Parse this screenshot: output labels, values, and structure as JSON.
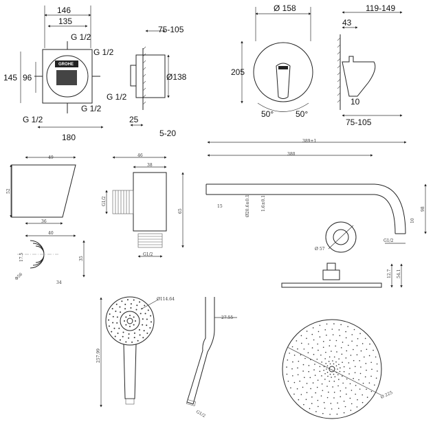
{
  "rough_in": {
    "w146": "146",
    "w135": "135",
    "g_top": "G 1/2",
    "g_right": "G 1/2",
    "h145": "145",
    "h96": "96",
    "g_bl": "G 1/2",
    "g_bm": "G 1/2",
    "w180": "180",
    "brand": "GROHE"
  },
  "side": {
    "d75_105": "75-105",
    "d138": "Ø138",
    "g": "G 1/2",
    "d25": "25",
    "d5_20": "5-20"
  },
  "trim": {
    "d158": "Ø 158",
    "d119_149": "119-149",
    "d43": "43",
    "h205": "205",
    "d10": "10",
    "a1": "50°",
    "a2": "50°",
    "d75_105": "75-105"
  },
  "holder": {
    "d49": "49",
    "d52": "52",
    "d36": "36",
    "d40": "40",
    "d17_5": "17.5",
    "d56": "Φ56",
    "d35": "35",
    "d34": "34"
  },
  "elbow": {
    "d46": "46",
    "d38": "38",
    "g_side": "G1/2",
    "d65": "65",
    "g_bottom": "G1/2"
  },
  "arm": {
    "d389": "389±1",
    "d380": "380",
    "d15": "15",
    "d20_6": "Ø20.6±0.1",
    "d1_6": "1.6±0.1",
    "d98": "98",
    "d10": "10",
    "g": "G1/2",
    "d57": "Ø 57"
  },
  "head_side": {
    "d12_7": "12.7",
    "d54_1": "54.1"
  },
  "hand_shower": {
    "d114": "Ø114.64",
    "d257": "257.99",
    "d27": "27.55",
    "g": "G1/2"
  },
  "overhead": {
    "d225": "Ø 225"
  }
}
